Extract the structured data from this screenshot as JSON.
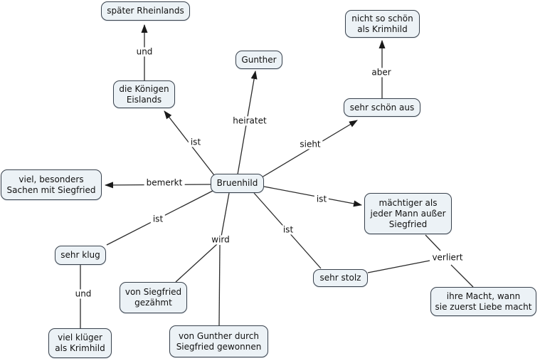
{
  "colors": {
    "background": "#ffffff",
    "node_fill": "#ecf2f6",
    "node_border": "#39424d",
    "line": "#2b2b2b",
    "text": "#111111"
  },
  "concepts": {
    "bruenhild": {
      "label": "Bruenhild"
    },
    "spaeter_rheinlands": {
      "label": "später Rheinlands"
    },
    "gunther": {
      "label": "Gunther"
    },
    "nicht_so_schoen": {
      "label": "nicht so schön\nals Krimhild"
    },
    "koenigen_eislands": {
      "label": "die Königen\nEislands"
    },
    "sehr_schoen_aus": {
      "label": "sehr schön aus"
    },
    "viel_besonders": {
      "label": "viel, besonders\nSachen mit Siegfried"
    },
    "maechtiger": {
      "label": "mächtiger als\njeder Mann außer\nSiegfried"
    },
    "sehr_klug": {
      "label": "sehr klug"
    },
    "sehr_stolz": {
      "label": "sehr stolz"
    },
    "von_siegfried_gezaehmt": {
      "label": "von Siegfried\ngezähmt"
    },
    "ihre_macht": {
      "label": "ihre Macht, wann\nsie zuerst Liebe macht"
    },
    "viel_klueger": {
      "label": "viel klüger\nals Krimhild"
    },
    "von_gunther_gewonnen": {
      "label": "von Gunther durch\nSiegfried gewonnen"
    }
  },
  "linking_phrases": {
    "und_1": {
      "label": "und"
    },
    "heiratet": {
      "label": "heiratet"
    },
    "aber": {
      "label": "aber"
    },
    "ist_koenigen": {
      "label": "ist"
    },
    "sieht": {
      "label": "sieht"
    },
    "bemerkt": {
      "label": "bemerkt"
    },
    "ist_maechtiger": {
      "label": "ist"
    },
    "ist_klug": {
      "label": "ist"
    },
    "wird": {
      "label": "wird"
    },
    "ist_stolz": {
      "label": "ist"
    },
    "verliert": {
      "label": "verliert"
    },
    "und_2": {
      "label": "und"
    }
  },
  "propositions": [
    {
      "from": "Bruenhild",
      "link": "ist",
      "to": "die Königen Eislands"
    },
    {
      "from": "die Königen Eislands",
      "link": "und",
      "to": "später Rheinlands"
    },
    {
      "from": "Bruenhild",
      "link": "heiratet",
      "to": "Gunther"
    },
    {
      "from": "Bruenhild",
      "link": "sieht",
      "to": "sehr schön aus"
    },
    {
      "from": "sehr schön aus",
      "link": "aber",
      "to": "nicht so schön als Krimhild"
    },
    {
      "from": "Bruenhild",
      "link": "bemerkt",
      "to": "viel, besonders Sachen mit Siegfried"
    },
    {
      "from": "Bruenhild",
      "link": "ist",
      "to": "mächtiger als jeder Mann außer Siegfried"
    },
    {
      "from": "Bruenhild",
      "link": "ist",
      "to": "sehr klug"
    },
    {
      "from": "sehr klug",
      "link": "und",
      "to": "viel klüger als Krimhild"
    },
    {
      "from": "Bruenhild",
      "link": "wird",
      "to": "von Siegfried gezähmt"
    },
    {
      "from": "Bruenhild",
      "link": "wird",
      "to": "von Gunther durch Siegfried gewonnen"
    },
    {
      "from": "Bruenhild",
      "link": "ist",
      "to": "sehr stolz"
    },
    {
      "from": "mächtiger als jeder Mann außer Siegfried",
      "link": "verliert",
      "to": "ihre Macht, wann sie zuerst Liebe macht"
    },
    {
      "from": "sehr stolz",
      "link": "verliert",
      "to": "ihre Macht, wann sie zuerst Liebe macht"
    }
  ]
}
